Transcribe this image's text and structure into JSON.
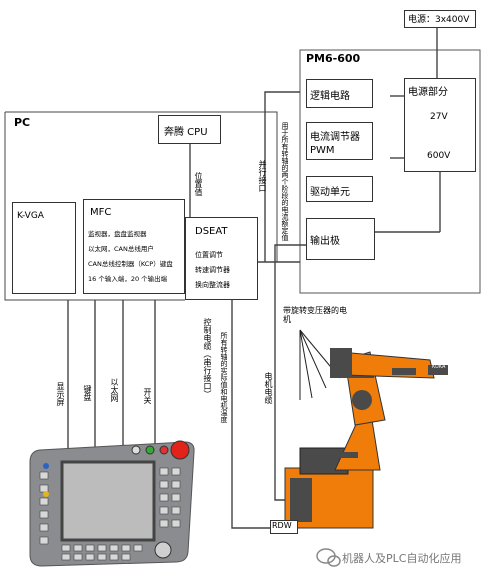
{
  "power_supply": "电源：3x400V",
  "pm6": {
    "title": "PM6-600",
    "logic": "逻辑电路",
    "current_reg_line1": "电流调节器",
    "current_reg_line2": "PWM",
    "drive": "驱动单元",
    "output": "输出极",
    "power_part": "电源部分",
    "v27": "27V",
    "v600": "600V"
  },
  "pc": {
    "title": "PC",
    "kvga": "K-VGA",
    "cpu": "奔腾 CPU"
  },
  "mfc": {
    "title": "MFC",
    "lines": [
      "监视器，盘盘监视器",
      "以太网，CAN总线用户",
      "CAN总线控制器（KCP）键盘",
      "16 个输入端，20 个输出端"
    ]
  },
  "dseat": {
    "title": "DSEAT",
    "lines": [
      "位置调节",
      "转速调节器",
      "换向整流器"
    ]
  },
  "labels": {
    "position_value": "位置值",
    "parallel_interface": "并行接口",
    "current_setpoint": "用于所有转轴的两个阶段的电流额定值",
    "control_cable": "控制电缆（串行接口）",
    "all_axes_values": "所有转轴的实际值和电机温度",
    "motor_cable": "电机电缆",
    "display": "显示屏",
    "keyboard": "键盘",
    "ethernet": "以太网",
    "switch": "开关",
    "motor_resolver": "带旋转变压器的电机",
    "rdw": "RDW",
    "kuka": "KUKA"
  },
  "watermark": "机器人及PLC自动化应用",
  "colors": {
    "robot_orange": "#f07d0a",
    "robot_dark": "#4a4a4a",
    "pendant_body": "#8a8c90",
    "pendant_screen": "#bcbcbc",
    "red_button": "#e2231a"
  }
}
